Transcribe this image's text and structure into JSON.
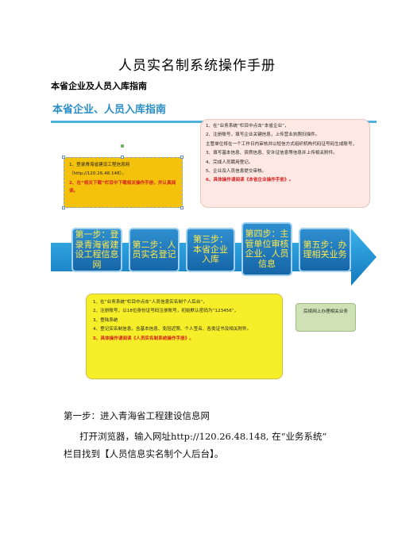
{
  "document": {
    "title": "人员实名制系统操作手册",
    "section_heading": "本省企业及人员入库指南"
  },
  "figure": {
    "header_title": "本省企业、人员入库指南",
    "pink_note": {
      "lines": [
        "1、在“业务系统”栏目中点击“本省企业”，",
        "2、注册账号，填写企业关键信息，上传营业执照扫描件。",
        "主管单位将在一个工作日内审核并以短信方式组织机构代码证号码生成账号，",
        "3、填写基本信息、资质信息、安许证信息等信息并上传相关附件。",
        "4、完成人员聘用登记。",
        "5、企业及人员信息提交审核。"
      ],
      "highlight": "6、具体操作请阅读《本省企业操作手册》。"
    },
    "yellow_top_note": {
      "lines": [
        "1、登录青海省建设工程信息网",
        "（http://120.26.48.148）。"
      ],
      "highlight": "2、在“相关下载”栏目中下载相关操作手册，并认真阅读。"
    },
    "steps": [
      {
        "label": "第一步：登录青海省建设工程信息网"
      },
      {
        "label": "第二步：人员实名登记"
      },
      {
        "label": "第三步：本省企业入库"
      },
      {
        "label": "第四步：主管单位审核企业、人员信息"
      },
      {
        "label": "第五步：办理相关业务"
      }
    ],
    "yellow_bottom_note": {
      "lines": [
        "1、在“业务系统”栏目中点击“人员信息实名制个人后台”，",
        "2、注册账号，以18位身份证号码注册账号，初始默认密码为“123456”，",
        "3、登陆系统",
        "4、登记实名制信息，含基本信息、免冠近照、个人签名、各类证书及相关附件。"
      ],
      "highlight": "5、具体操作请阅读《人员实名制系统操作手册》。"
    },
    "green_note": "后续网上办理相关业务"
  },
  "body": {
    "step_heading": "第一步：进入青海省工程建设信息网",
    "paragraph_line1": "打开浏览器，输入网址http://120.26.48.148, 在“业务系统”",
    "paragraph_line2": "栏目找到【人员信息实名制个人后台】。"
  },
  "colors": {
    "arrow": "#1f8fd4",
    "step_text": "#ffe94a",
    "header": "#2a8ec4",
    "highlight_text": "#d62020"
  }
}
